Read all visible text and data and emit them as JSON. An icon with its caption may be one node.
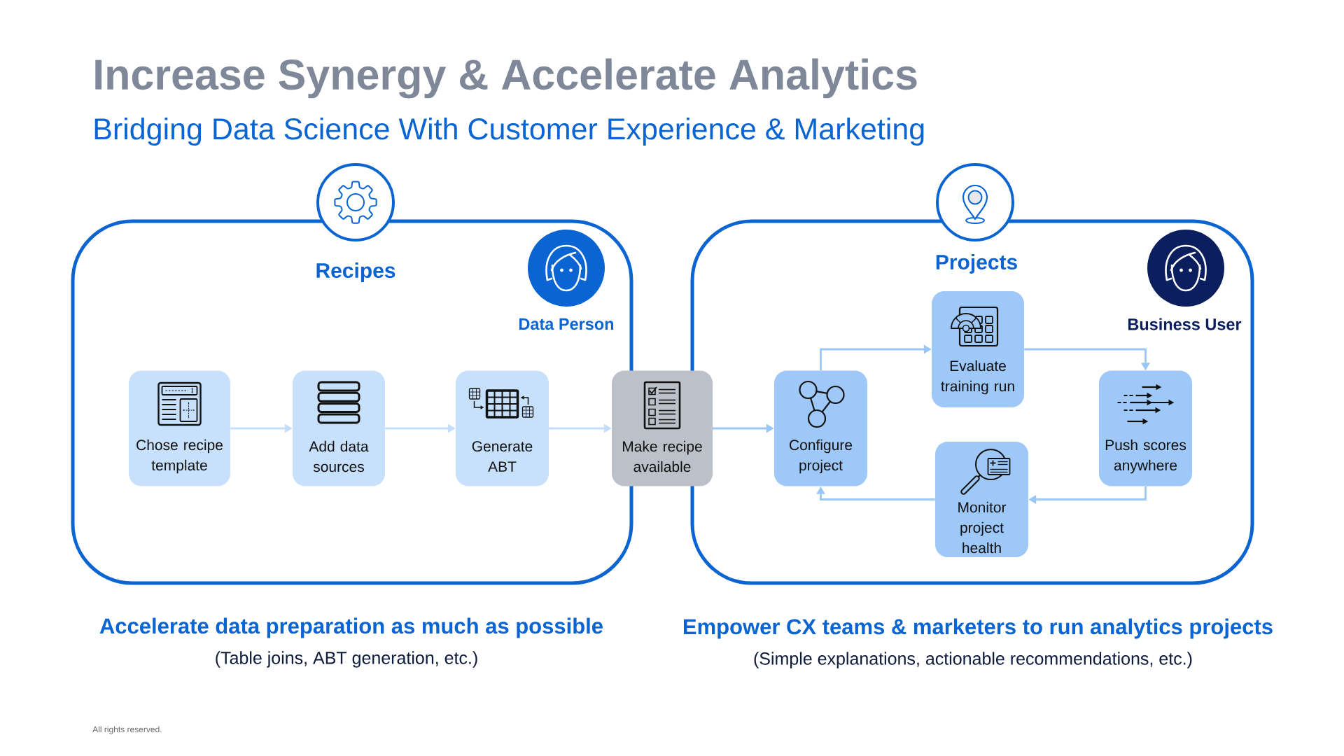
{
  "diagram": {
    "title": "Increase Synergy & Accelerate Analytics",
    "nodes": [
      {
        "text": [
          "Recipes"
        ]
      },
      {
        "text": [
          "Data Person"
        ],
        "in": 0
      },
      {
        "text": [
          "Chose recipe template"
        ],
        "in": 0
      },
      {
        "text": [
          "Add data sources"
        ],
        "in": 0
      },
      {
        "text": [
          "Generate ABT"
        ],
        "in": 0
      },
      {
        "text": [
          "Make recipe available"
        ]
      },
      {
        "text": [
          "Projects"
        ]
      },
      {
        "text": [
          "Business User"
        ],
        "in": 6
      },
      {
        "text": [
          "Configure project"
        ],
        "in": 6
      },
      {
        "text": [
          "Evaluate training run"
        ],
        "in": 6
      },
      {
        "text": [
          "Push scores anywhere"
        ],
        "in": 6
      },
      {
        "text": [
          "Monitor project health"
        ],
        "in": 6
      }
    ],
    "edges": [
      {
        "from": 2,
        "to": 3,
        "arrow": "to",
        "color": "#c4ddf9"
      },
      {
        "from": 3,
        "to": 4,
        "arrow": "to",
        "color": "#c4ddf9"
      },
      {
        "from": 4,
        "to": 5,
        "arrow": "to",
        "color": "#c4ddf9"
      },
      {
        "from": 5,
        "to": 8,
        "arrow": "to"
      },
      {
        "from": 8,
        "to": 9,
        "arrow": "to"
      },
      {
        "from": 9,
        "to": 10,
        "arrow": "to"
      },
      {
        "from": 10,
        "to": 11,
        "arrow": "to"
      },
      {
        "from": 11,
        "to": 8,
        "arrow": "to"
      }
    ],
    "labels": [
      "Bridging Data Science With Customer Experience & Marketing",
      "Accelerate data preparation as much as possible",
      "(Table joins, ABT generation, etc.)",
      "Empower CX teams & marketers to run analytics projects",
      "(Simple explanations, actionable recommendations, etc.)",
      "All rights reserved."
    ]
  }
}
